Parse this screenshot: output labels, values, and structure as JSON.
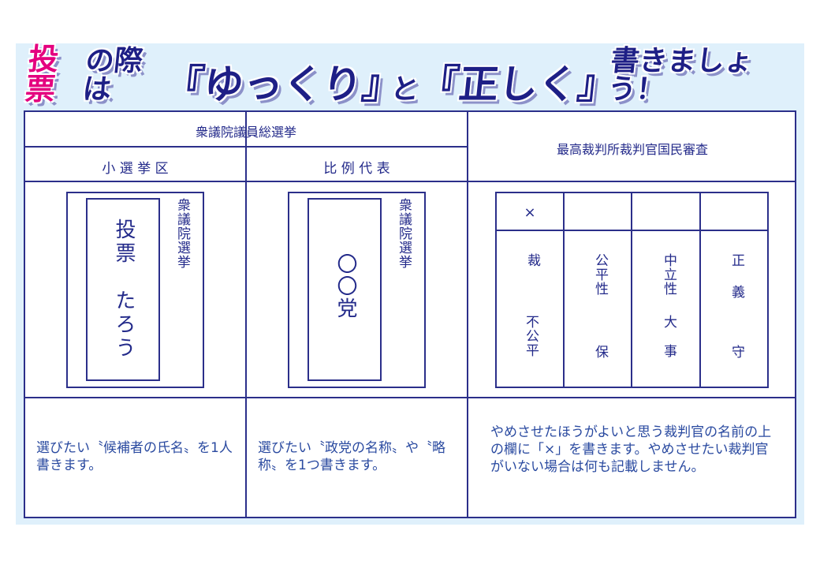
{
  "title": {
    "part1": "投票",
    "part2": "の際は",
    "part3": "『ゆっくり』",
    "part4": "と",
    "part5": "『正しく』",
    "part6": "書きましょう！"
  },
  "colors": {
    "accent_pink": "#e4007f",
    "navy": "#1e1f86",
    "background": "#dff0fb",
    "line": "#2b2f8a"
  },
  "table": {
    "election_header": "衆議院議員総選挙",
    "judge_header": "最高裁判所裁判官国民審査",
    "col_district": "小 選 挙 区",
    "col_pr": "比 例 代 表",
    "ballot_district": {
      "name": "投票　たろう",
      "label": "衆議院選挙"
    },
    "ballot_pr": {
      "name": "〇〇党",
      "label": "衆議院選挙"
    },
    "judge_ballot": {
      "marks": [
        "×",
        "",
        "",
        ""
      ],
      "names": [
        [
          "裁",
          "不公平"
        ],
        [
          "公平性",
          "保"
        ],
        [
          "中立性",
          "大事"
        ],
        [
          "正",
          "義",
          "守"
        ]
      ]
    },
    "desc_district": "選びたい〝候補者の氏名〟を1人書きます。",
    "desc_pr": "選びたい〝政党の名称〟や〝略称〟を1つ書きます。",
    "desc_judge": "やめさせたほうがよいと思う裁判官の名前の上の欄に「×」を書きます。やめさせたい裁判官がいない場合は何も記載しません。"
  }
}
